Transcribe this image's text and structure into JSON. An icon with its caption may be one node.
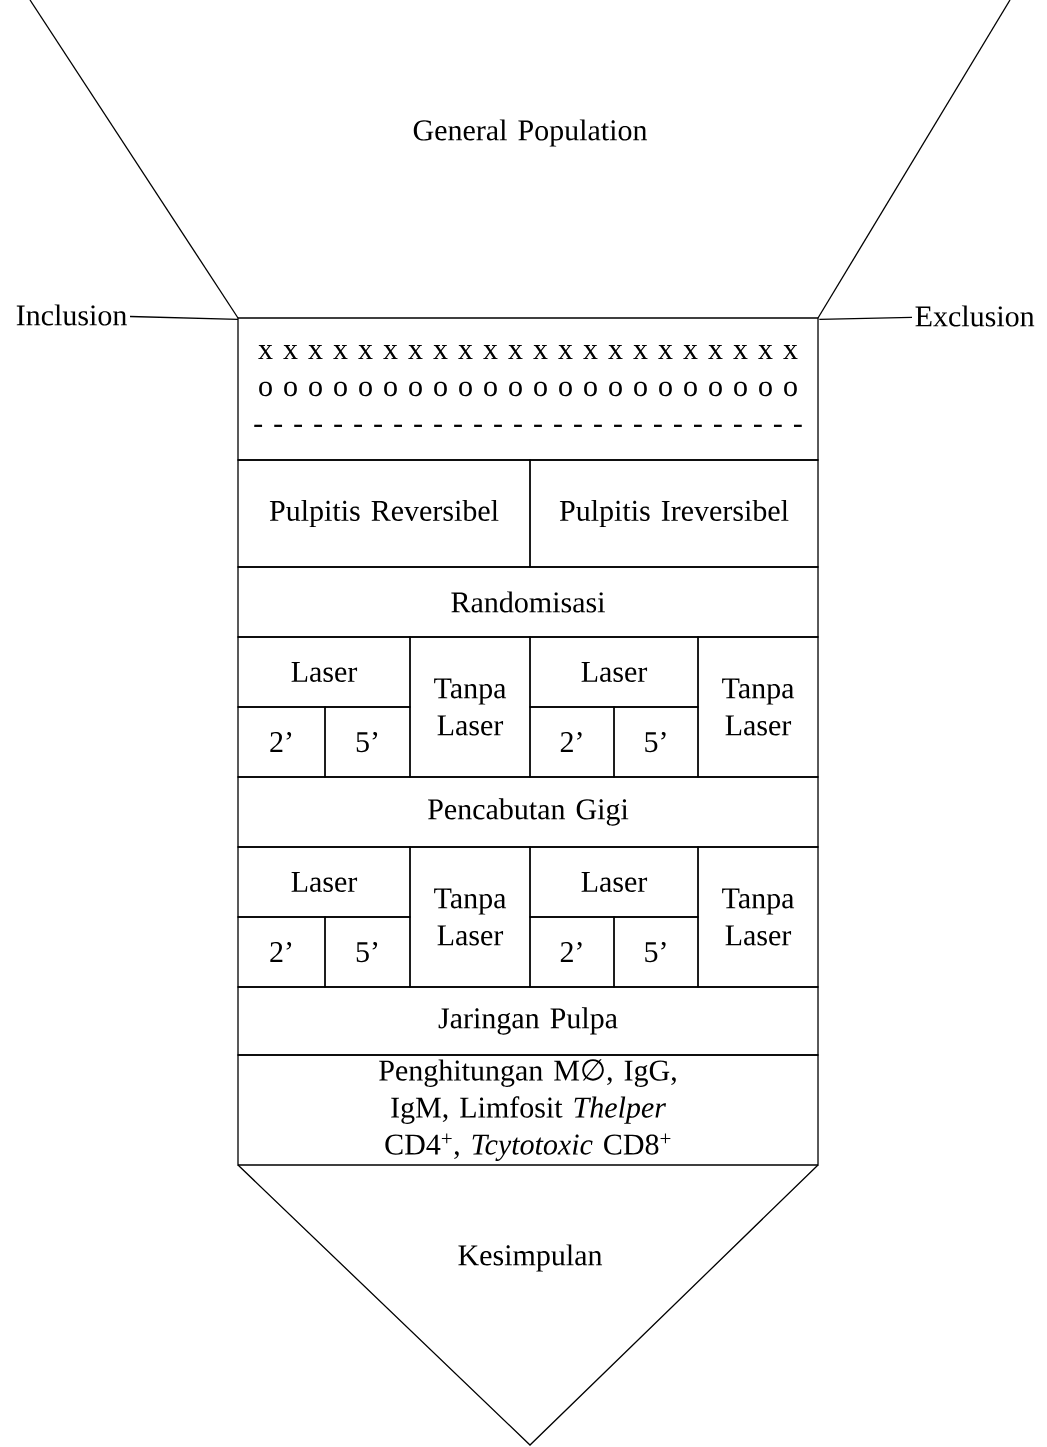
{
  "diagram": {
    "nodes": [
      {
        "text": [
          "General Population"
        ]
      },
      {
        "text": [
          "Inclusion"
        ]
      },
      {
        "text": [
          "Exclusion"
        ]
      },
      {
        "text": [
          "x x x x x x x x x x x x x x x x x x x x x x",
          "o o o o o o o o o o o o o o o o o o o o o o",
          "- - - - - - - - - - - - - - - - - - - - - - - - - - - -"
        ]
      },
      {
        "text": [
          "Pulpitis Reversibel"
        ]
      },
      {
        "text": [
          "Pulpitis Ireversibel"
        ]
      },
      {
        "text": [
          "Randomisasi"
        ]
      },
      {
        "text": [
          "Laser"
        ]
      },
      {
        "text": [
          "2’"
        ]
      },
      {
        "text": [
          "5’"
        ]
      },
      {
        "text": [
          "Tanpa Laser"
        ]
      },
      {
        "text": [
          "Laser"
        ]
      },
      {
        "text": [
          "2’"
        ]
      },
      {
        "text": [
          "5’"
        ]
      },
      {
        "text": [
          "Tanpa Laser"
        ]
      },
      {
        "text": [
          "Pencabutan Gigi"
        ]
      },
      {
        "text": [
          "Laser"
        ]
      },
      {
        "text": [
          "2’"
        ]
      },
      {
        "text": [
          "5’"
        ]
      },
      {
        "text": [
          "Tanpa Laser"
        ]
      },
      {
        "text": [
          "Laser"
        ]
      },
      {
        "text": [
          "2’"
        ]
      },
      {
        "text": [
          "5’"
        ]
      },
      {
        "text": [
          "Tanpa Laser"
        ]
      },
      {
        "text": [
          "Jaringan Pulpa"
        ]
      },
      {
        "text": [
          "Penghitungan M∅, IgG, IgM, Limfosit *Thelper* CD4$^{+}$, *Tcytotoxic* CD8$^{+}$"
        ]
      },
      {
        "text": [
          "Kesimpulan"
        ]
      }
    ],
    "edges": [
      {
        "from": 1,
        "to": 0,
        "arrow": "none"
      },
      {
        "from": 2,
        "to": 0,
        "arrow": "none"
      }
    ]
  }
}
